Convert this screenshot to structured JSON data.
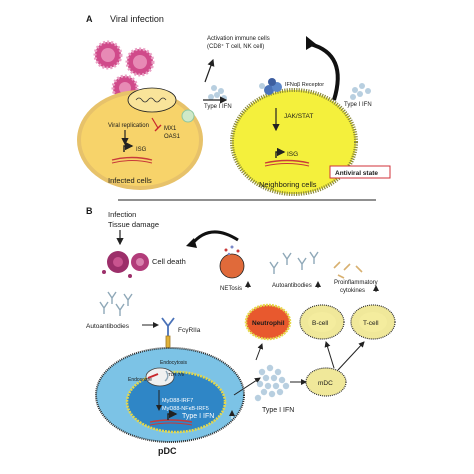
{
  "panel_a": {
    "label": "A",
    "viral_infection": "Viral infection",
    "activation_line1": "Activation immune cells",
    "activation_line2": "(CD8⁺ T cell, NK cell)",
    "receptor": "IFNαβ Receptor",
    "type1_ifn_left": "Type I IFN",
    "type1_ifn_right": "Type I IFN",
    "viral_replication": "Viral replication",
    "mx1": "MX1",
    "oas1": "OAS1",
    "isg_infected": "ISG",
    "jak_stat": "JAK/STAT",
    "isg_neighbor": "ISG",
    "infected_cells": "Infected cells",
    "neighboring_cells": "Neighboring cells",
    "antiviral_state": "Antiviral state"
  },
  "panel_b": {
    "label": "B",
    "infection": "Infection",
    "tissue_damage": "Tissue damage",
    "cell_death": "Cell death",
    "netosis": "NETosis",
    "autoantibodies_top": "Autoantibodies",
    "proinflammatory_line1": "Proinflammatory",
    "proinflammatory_line2": "cytokines",
    "autoantibodies_left": "Autoantibodies",
    "fcgr": "FcγRIIa",
    "endocytosis": "Endocytosis",
    "endosome": "Endosome",
    "tlr": "TLR 7/9",
    "myd88_irf7": "MyD88-IRF7",
    "myd88_nfkb": "MyD88-NFκB-IRF5",
    "type1_ifn_cell": "Type I IFN",
    "type1_ifn_out": "Type I IFN",
    "neutrophil": "Neutrophil",
    "bcell": "B-cell",
    "tcell": "T-cell",
    "mdc": "mDC",
    "pdc": "pDC"
  },
  "colors": {
    "infected_cell": "#f7d36a",
    "neighbor_cell": "#f2ee3a",
    "pdc_cell": "#7cc3e6",
    "pdc_nucleus": "#2f86c6",
    "virus": "#d04a8a",
    "immune_cell": "#f0e89a",
    "netosis_cell": "#e06a3a",
    "antiviral_box": "#d0303a"
  }
}
